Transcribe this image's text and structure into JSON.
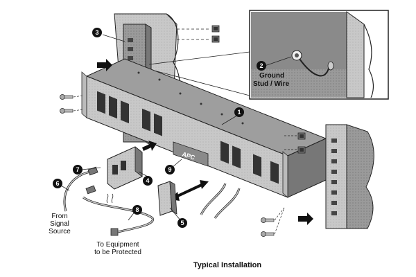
{
  "caption": "Typical Installation",
  "callouts": [
    "1",
    "2",
    "3",
    "4",
    "5",
    "6",
    "7",
    "8",
    "9"
  ],
  "labels": {
    "ground_line1": "Ground",
    "ground_line2": "Stud / Wire",
    "from_signal_1": "From",
    "from_signal_2": "Signal",
    "from_signal_3": "Source",
    "to_equipment_1": "To Equipment",
    "to_equipment_2": "to be Protected"
  },
  "logo_text": "APC"
}
